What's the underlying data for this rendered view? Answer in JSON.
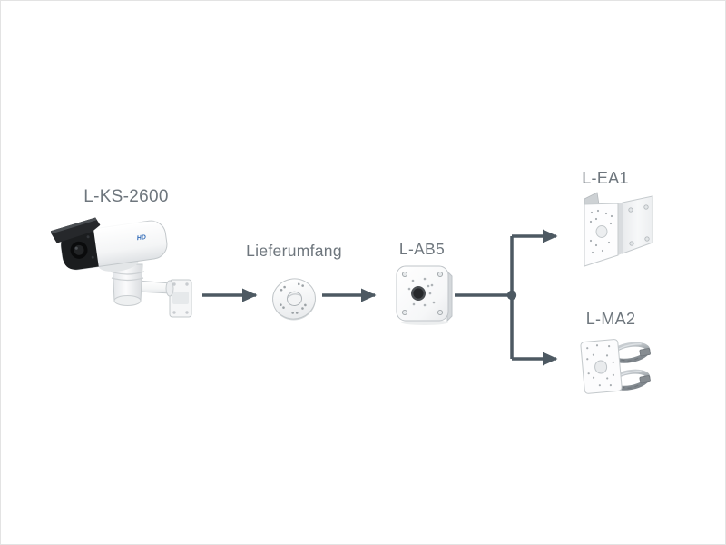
{
  "diagram": {
    "description": "Camera mounting accessories flow diagram",
    "nodes": [
      {
        "id": "camera",
        "label": "L-KS-2600",
        "type": "ptz-bullet-camera",
        "logo_text": "HD"
      },
      {
        "id": "scope",
        "label": "Lieferumfang",
        "type": "round-adapter-plate"
      },
      {
        "id": "junction-box",
        "label": "L-AB5",
        "type": "junction-box"
      },
      {
        "id": "corner-mount",
        "label": "L-EA1",
        "type": "corner-mount-bracket"
      },
      {
        "id": "pole-mount",
        "label": "L-MA2",
        "type": "pole-mount-with-clamps"
      }
    ],
    "edges": [
      {
        "from": "camera",
        "to": "scope",
        "style": "arrow"
      },
      {
        "from": "scope",
        "to": "junction-box",
        "style": "arrow"
      },
      {
        "from": "junction-box",
        "to": "branch-point",
        "style": "line"
      },
      {
        "from": "branch-point",
        "to": "corner-mount",
        "style": "arrow"
      },
      {
        "from": "branch-point",
        "to": "pole-mount",
        "style": "arrow"
      }
    ],
    "colors": {
      "arrow": "#4d5962",
      "label": "#6e767d",
      "logo_blue": "#2a66b5",
      "background": "#ffffff"
    }
  }
}
